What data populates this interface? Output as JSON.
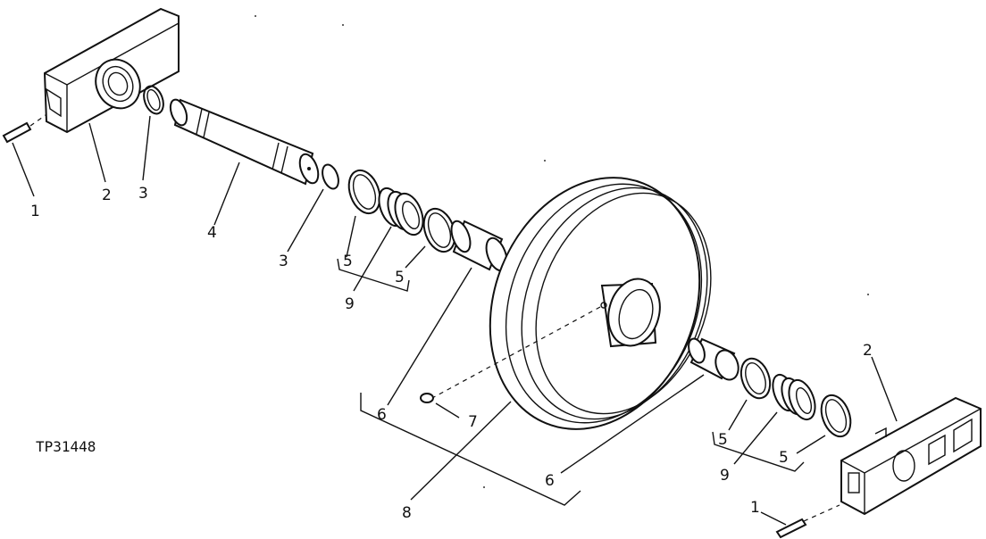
{
  "figure_ref": "TP31448",
  "callouts": {
    "c1a": "1",
    "c2a": "2",
    "c3a": "3",
    "c4": "4",
    "c3b": "3",
    "c5a": "5",
    "c9a": "9",
    "c5b": "5",
    "c6a": "6",
    "c7": "7",
    "c8": "8",
    "c6b": "6",
    "c5c": "5",
    "c9b": "9",
    "c5d": "5",
    "c2b": "2",
    "c1b": "1"
  }
}
